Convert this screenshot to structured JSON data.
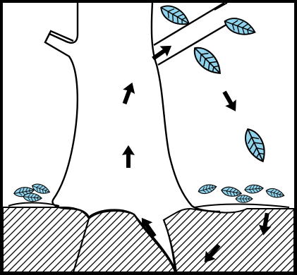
{
  "diagram": {
    "colors": {
      "ink": "#000000",
      "paper": "#ffffff",
      "leaf_fill": "#8fd3ec",
      "leaf_vein": "#000000"
    },
    "elements": {
      "tree": "tree-trunk-with-roots",
      "branch": "branch-with-leaves",
      "soil": "hatched-soil",
      "leaf_litter": "fallen-leaf-piles"
    },
    "arrows": {
      "up_count": 4,
      "down_count": 3,
      "meaning_up": "movement-up-trunk",
      "meaning_down": "leaves-falling-to-ground"
    }
  }
}
